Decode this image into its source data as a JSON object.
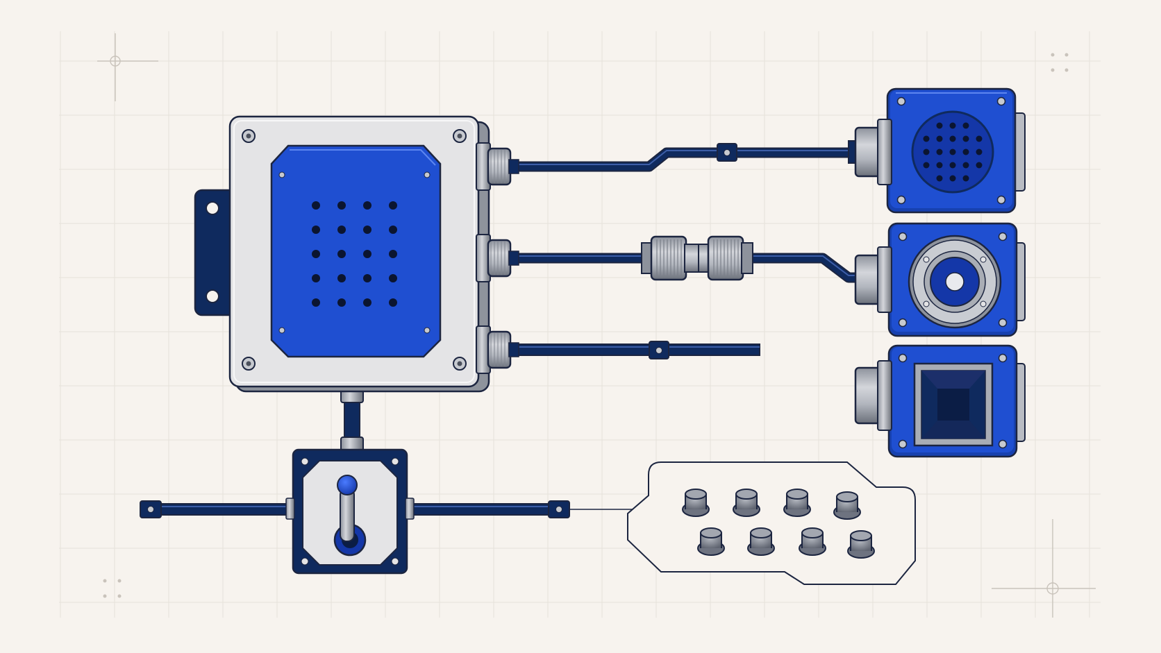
{
  "colors": {
    "background": "#f7f3ee",
    "grid": "#e6e1da",
    "blue": "#1f4fd1",
    "blue_dark": "#1741b0",
    "navy": "#0f2a5e",
    "enclosure_gray": "#e4e4e6",
    "metal": "#b9bcc3",
    "metal_dark": "#6e7380",
    "outline": "#1c2540"
  },
  "icons": {
    "main_unit": "electrical-junction-box-icon",
    "speaker": "speaker-module-icon",
    "tweeter": "tweeter-module-icon",
    "horn": "horn-module-icon",
    "switch": "toggle-switch-icon",
    "buttons": "push-button-panel-icon",
    "connector": "cable-gland-icon",
    "coupler": "inline-coupler-icon"
  },
  "components": {
    "main_box": {
      "grill_rows": 5,
      "grill_cols": 4
    },
    "button_panel": {
      "button_count": 8
    }
  }
}
